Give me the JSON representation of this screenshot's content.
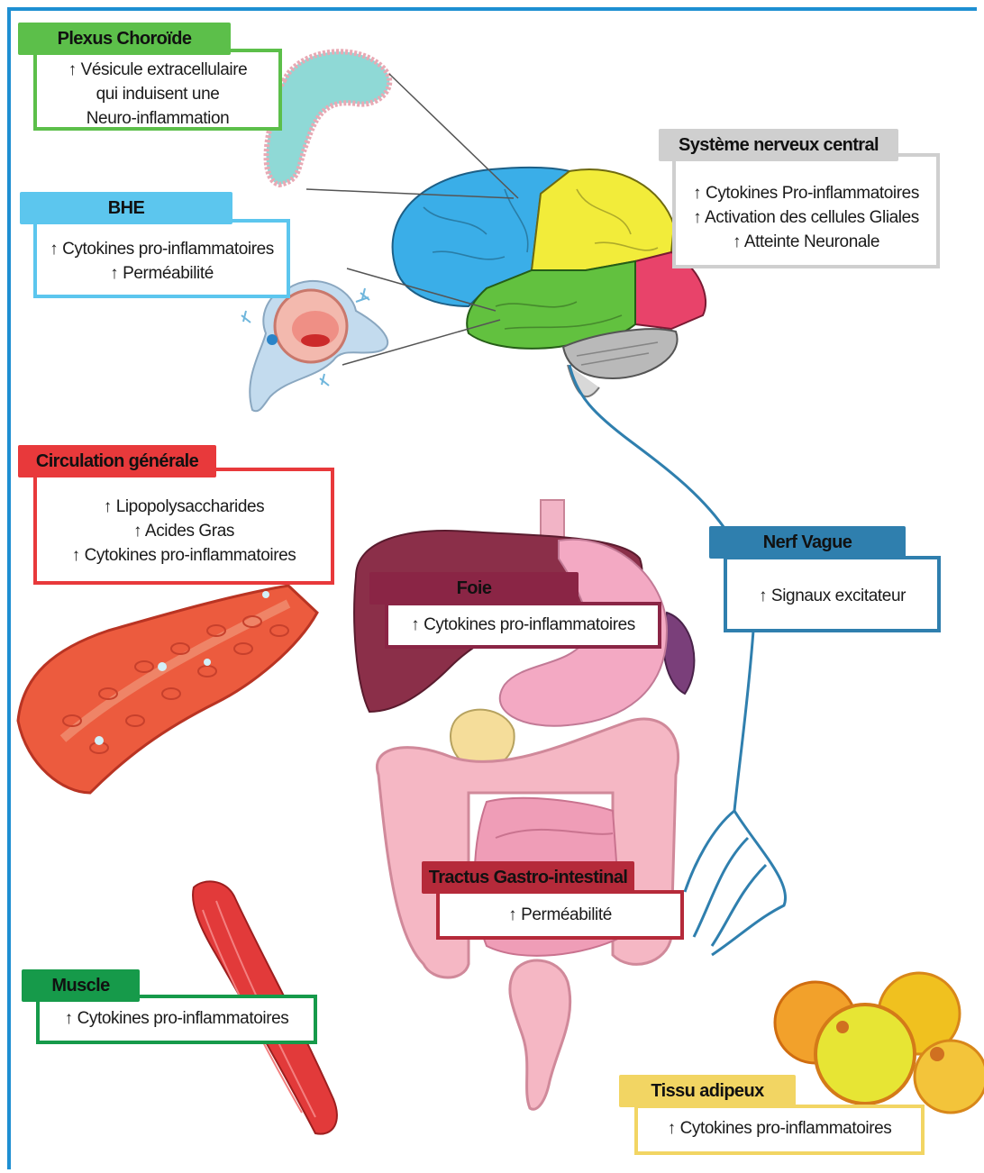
{
  "colors": {
    "frame": "#1e8fd2",
    "plexus": "#5cbf4a",
    "bhe": "#5cc6ee",
    "snc": "#cfcfcf",
    "circulation": "#e8393b",
    "foie": "#8a2545",
    "nerf": "#2f7fae",
    "tractus": "#b52a3a",
    "muscle": "#169a4a",
    "adipeux": "#f2d563"
  },
  "plexus": {
    "title": "Plexus Choroïde",
    "lines": [
      "↑ Vésicule extracellulaire",
      "qui induisent une",
      "Neuro-inflammation"
    ]
  },
  "bhe": {
    "title": "BHE",
    "lines": [
      "↑ Cytokines pro-inflammatoires",
      "↑ Perméabilité"
    ]
  },
  "snc": {
    "title": "Système nerveux central",
    "lines": [
      "↑ Cytokines Pro-inflammatoires",
      "↑ Activation des cellules Gliales",
      "↑ Atteinte Neuronale"
    ]
  },
  "circulation": {
    "title": "Circulation générale",
    "lines": [
      "↑ Lipopolysaccharides",
      "↑ Acides Gras",
      "↑ Cytokines pro-inflammatoires"
    ]
  },
  "foie": {
    "title": "Foie",
    "lines": [
      "↑ Cytokines pro-inflammatoires"
    ]
  },
  "nerf": {
    "title": "Nerf Vague",
    "lines": [
      "↑ Signaux excitateur"
    ]
  },
  "tractus": {
    "title": "Tractus Gastro-intestinal",
    "lines": [
      "↑ Perméabilité"
    ]
  },
  "muscle": {
    "title": "Muscle",
    "lines": [
      "↑ Cytokines pro-inflammatoires"
    ]
  },
  "adipeux": {
    "title": "Tissu adipeux",
    "lines": [
      "↑ Cytokines pro-inflammatoires"
    ]
  }
}
